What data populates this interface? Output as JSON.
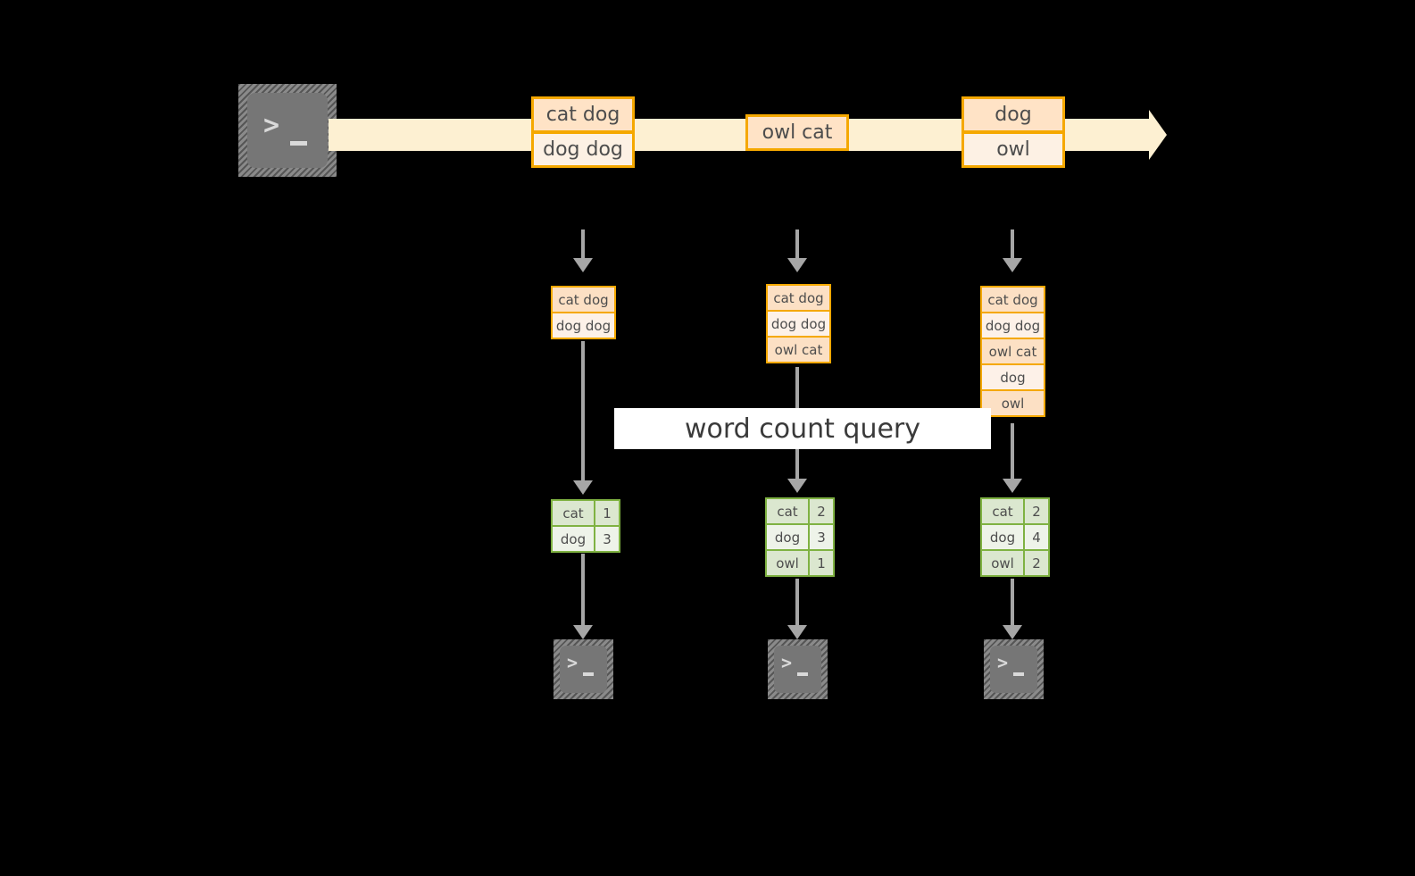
{
  "diagram": {
    "title": "word count streaming query",
    "background": "#000000",
    "palette": {
      "stream_fill": "#FDF0D2",
      "event_border": "#F5A800",
      "event_fill_dark": "#FFE3C6",
      "event_fill_light": "#FDF1E4",
      "table_border": "#7FB242",
      "table_fill_dark": "#DBE7CF",
      "table_fill_light": "#EEF3E9",
      "connector": "#A6A6A6",
      "icon_fill": "#767676",
      "banner_fill": "#FFFFFF"
    },
    "source_icon": {
      "name": "terminal-icon",
      "glyph": ">",
      "cursor": "_"
    },
    "stream": {
      "events": [
        {
          "lines": [
            "cat dog",
            "dog dog"
          ]
        },
        {
          "lines": [
            "owl cat"
          ]
        },
        {
          "lines": [
            "dog",
            "owl"
          ]
        }
      ]
    },
    "query_label": "word count query",
    "batches": [
      {
        "input_rows": [
          "cat dog",
          "dog dog"
        ],
        "result_header": null,
        "result_rows": [
          {
            "word": "cat",
            "count": "1"
          },
          {
            "word": "dog",
            "count": "3"
          }
        ],
        "sink_icon": {
          "name": "terminal-icon",
          "glyph": ">",
          "cursor": "_"
        }
      },
      {
        "input_rows": [
          "cat dog",
          "dog dog",
          "owl cat"
        ],
        "result_header": null,
        "result_rows": [
          {
            "word": "cat",
            "count": "2"
          },
          {
            "word": "dog",
            "count": "3"
          },
          {
            "word": "owl",
            "count": "1"
          }
        ],
        "sink_icon": {
          "name": "terminal-icon",
          "glyph": ">",
          "cursor": "_"
        }
      },
      {
        "input_rows": [
          "cat dog",
          "dog dog",
          "owl cat",
          "dog",
          "owl"
        ],
        "result_header": null,
        "result_rows": [
          {
            "word": "cat",
            "count": "2"
          },
          {
            "word": "dog",
            "count": "4"
          },
          {
            "word": "owl",
            "count": "2"
          }
        ],
        "sink_icon": {
          "name": "terminal-icon",
          "glyph": ">",
          "cursor": "_"
        }
      }
    ]
  }
}
